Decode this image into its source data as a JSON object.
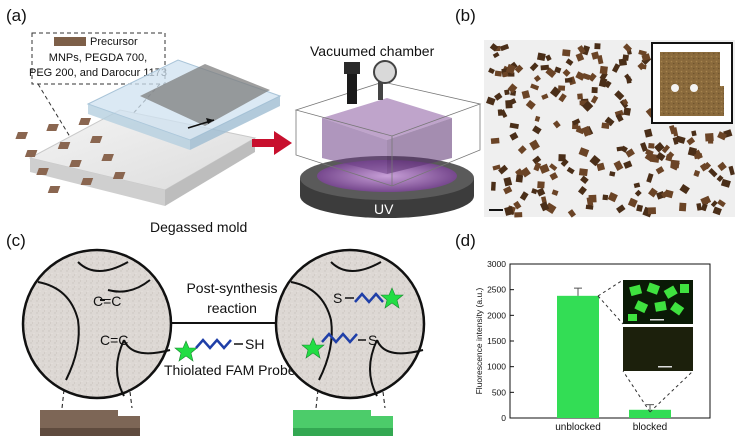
{
  "figure": {
    "panels": {
      "a": "(a)",
      "b": "(b)",
      "c": "(c)",
      "d": "(d)"
    },
    "panel_a": {
      "legend_title": "Precursor",
      "legend_line1": "MNPs, PEGDA 700,",
      "legend_line2": "PEG 200, and Darocur 1173",
      "mold_label": "Degassed mold",
      "chamber_label": "Vacuumed chamber",
      "uv_label": "UV",
      "arrow_color": "#c8102e"
    },
    "panel_c": {
      "bond_top": "C=C",
      "bond_bottom": "C=C",
      "reaction_line1": "Post-synthesis",
      "reaction_line2": "reaction",
      "sh_label": "SH",
      "probe_label": "Thiolated FAM Probe",
      "s_top": "S",
      "s_bottom": "S",
      "particle_color_before": "#7d6656",
      "particle_color_after": "#4ccc6a",
      "probe_star_color": "#22dd44",
      "probe_chain_color": "#1f3fa8"
    }
  },
  "chart_data": {
    "type": "bar",
    "categories": [
      "unblocked",
      "blocked"
    ],
    "values": [
      2380,
      160
    ],
    "errors": [
      150,
      100
    ],
    "ylabel": "Fluorescence intensity (a.u.)",
    "ylim": [
      0,
      3000
    ],
    "yticks": [
      "0",
      "500",
      "1000",
      "1500",
      "2000",
      "2500",
      "3000"
    ],
    "bar_color": "#33dd55",
    "grid": false
  }
}
